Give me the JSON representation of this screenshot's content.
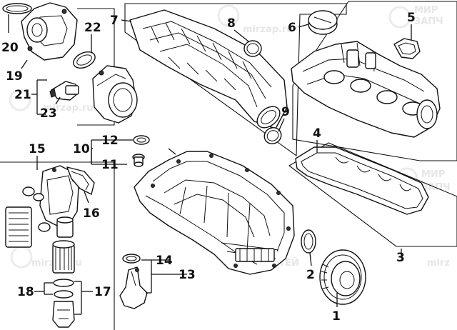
{
  "callouts": {
    "c1": "1",
    "c2": "2",
    "c3": "3",
    "c4": "4",
    "c5": "5",
    "c6": "6",
    "c7": "7",
    "c8": "8",
    "c9": "9",
    "c10": "10",
    "c11": "11",
    "c12": "12",
    "c13": "13",
    "c14": "14",
    "c15": "15",
    "c16": "16",
    "c17": "17",
    "c18": "18",
    "c19": "19",
    "c20": "20",
    "c21": "21",
    "c22": "22",
    "c23": "23"
  },
  "watermarks": {
    "top_right_line1": "МИР",
    "top_right_line2": "ЗАПЧ",
    "mid_left": "mirzap.ru",
    "mid_center": "mirzap.ru",
    "right_side": "МИР",
    "right_side_2": "ЗАПЧ",
    "bottom_center": "ЗАПЧАСТЕЙ",
    "bottom_left": "mirzap.ru",
    "bottom_right": "mirz"
  }
}
